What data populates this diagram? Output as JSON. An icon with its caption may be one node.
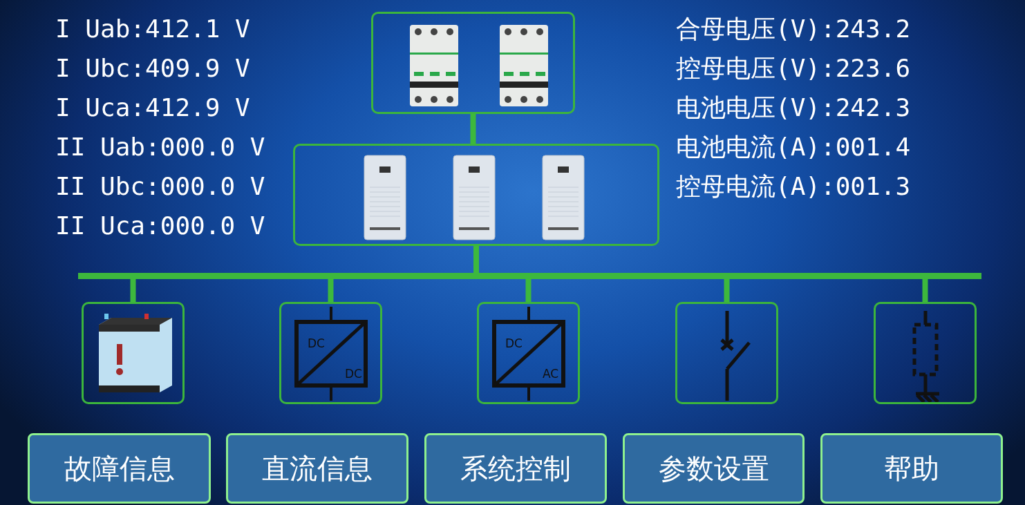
{
  "diagram": {
    "nodes": [
      {
        "text": [],
        "shape": "picture"
      },
      {
        "text": [],
        "shape": "picture"
      },
      {
        "text": [],
        "shape": "bar"
      },
      {
        "text": [],
        "shape": "picture"
      },
      {
        "text": [
          "DC",
          "DC"
        ]
      },
      {
        "text": [
          "DC",
          "AC"
        ]
      },
      {
        "text": [],
        "shape": "picture"
      },
      {
        "text": [],
        "shape": "picture"
      },
      {
        "text": [
          "故障信息"
        ]
      },
      {
        "text": [
          "直流信息"
        ]
      },
      {
        "text": [
          "系统控制"
        ]
      },
      {
        "text": [
          "参数设置"
        ]
      },
      {
        "text": [
          "帮助"
        ]
      }
    ],
    "edges": [
      {
        "from": 0,
        "to": 1,
        "arrow": "none"
      },
      {
        "from": 1,
        "to": 2,
        "arrow": "none"
      },
      {
        "from": 2,
        "to": 3,
        "arrow": "none"
      },
      {
        "from": 2,
        "to": 4,
        "arrow": "none"
      },
      {
        "from": 2,
        "to": 5,
        "arrow": "none"
      },
      {
        "from": 2,
        "to": 6,
        "arrow": "none"
      },
      {
        "from": 2,
        "to": 7,
        "arrow": "none"
      }
    ],
    "labels": [
      "I Uab:412.1 V",
      "合母电压(V):243.2",
      "I Ubc:409.9 V",
      "控母电压(V):223.6",
      "I Uca:412.9 V",
      "电池电压(V):242.3",
      "II Uab:000.0 V",
      "电池电流(A):001.4",
      "II Ubc:000.0 V",
      "控母电流(A):001.3",
      "II Uca:000.0 V"
    ]
  }
}
